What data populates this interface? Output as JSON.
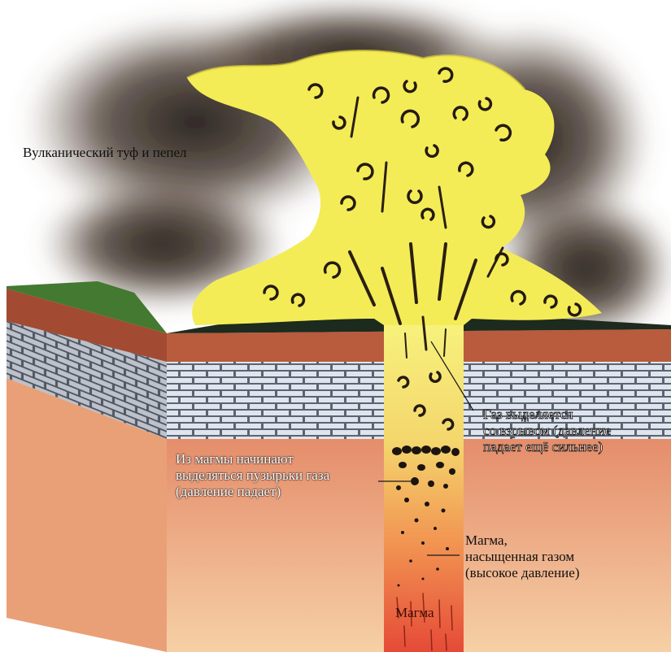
{
  "labels": {
    "tuff": "Вулканический туф и пепел",
    "gas_explosion": [
      "Газ выделяется",
      "со взрывом (давление",
      "падает ещё сильнее)"
    ],
    "bubbles": [
      "Из магмы начинают",
      "выделяться пузырьки газа",
      "(давление падает)"
    ],
    "saturated": [
      "Магма,",
      "насыщенная газом",
      "(высокое давление)"
    ],
    "magma": "Магма"
  },
  "colors": {
    "smoke": "#2b221b",
    "ash_cloud": "#f4ec56",
    "magma_hot": "#e8361c",
    "rock_lower": "#f2b48a",
    "brick_layer": "#cfd6e3",
    "soil_band": "#b85a3c",
    "grass": "#4f8a3a"
  }
}
